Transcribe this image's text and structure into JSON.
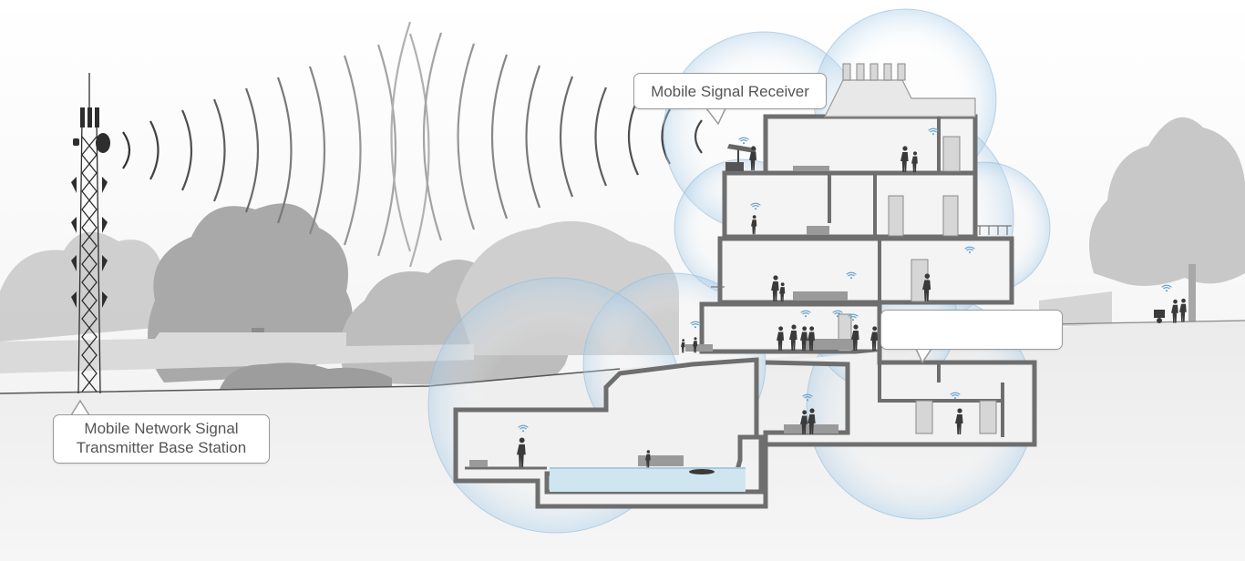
{
  "labels": {
    "receiver": "Mobile Signal Receiver",
    "base_station_line1": "Mobile Network Signal",
    "base_station_line2": "Transmitter Base Station",
    "unnamed_callout": ""
  },
  "colors": {
    "coverage_fill": "#bcd8ee",
    "coverage_stroke": "#8fb8d8",
    "building_wall": "#6e6e6e",
    "building_interior": "#f3f3f3",
    "pool_water": "#cfe6f0",
    "wave_dark": "#333333",
    "wave_light": "#cfcfcf",
    "tree": "#b5b5b5",
    "ground": "#e6e6e6",
    "people": "#3a3a3a"
  },
  "icons": [
    "wifi-signal-icon",
    "person-silhouette-icon",
    "tree-icon",
    "cell-tower-icon",
    "antenna-icon"
  ]
}
